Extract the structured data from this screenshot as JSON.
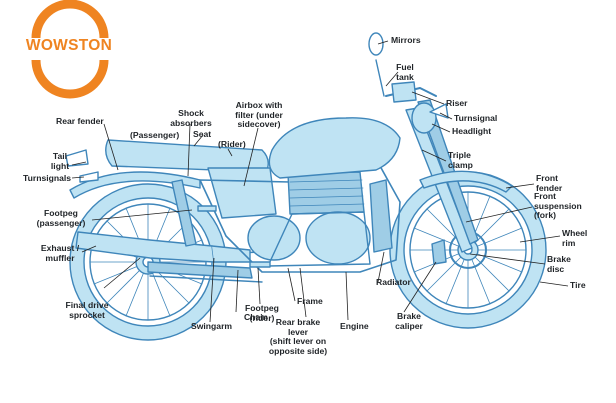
{
  "logo": {
    "text": "WOWSTON",
    "color": "#ef8421"
  },
  "colors": {
    "body_fill": "#bfe3f3",
    "line": "#3f86ba",
    "dark_fill": "#9fcde6",
    "leader": "#222222"
  },
  "labels": {
    "mirrors": "Mirrors",
    "fuel_tank": "Fuel\ntank",
    "riser": "Riser",
    "turnsignal_front": "Turnsignal",
    "headlight": "Headlight",
    "triple_clamp": "Triple\nclamp",
    "front_fender": "Front\nfender",
    "front_suspension": "Front\nsuspension\n(fork)",
    "wheel_rim": "Wheel\nrim",
    "brake_disc": "Brake\ndisc",
    "tire": "Tire",
    "rear_fender": "Rear fender",
    "shock_absorbers": "Shock\nabsorbers",
    "airbox": "Airbox with\nfilter (under\nsidecover)",
    "passenger": "(Passenger)",
    "seat": "Seat",
    "rider": "(Rider)",
    "tail_light": "Tail\nlight",
    "turnsignals_rear": "Turnsignals",
    "footpeg_passenger": "Footpeg\n(passenger)",
    "exhaust": "Exhaust /\nmuffler",
    "final_drive": "Final drive\nsprocket",
    "swingarm": "Swingarm",
    "chain": "Chain",
    "footpeg_rider": "Footpeg\n(rider)",
    "frame": "Frame",
    "rear_brake": "Rear brake\nlever\n(shift lever on\nopposite side)",
    "engine": "Engine",
    "radiator": "Radiator",
    "brake_caliper": "Brake\ncaliper"
  }
}
